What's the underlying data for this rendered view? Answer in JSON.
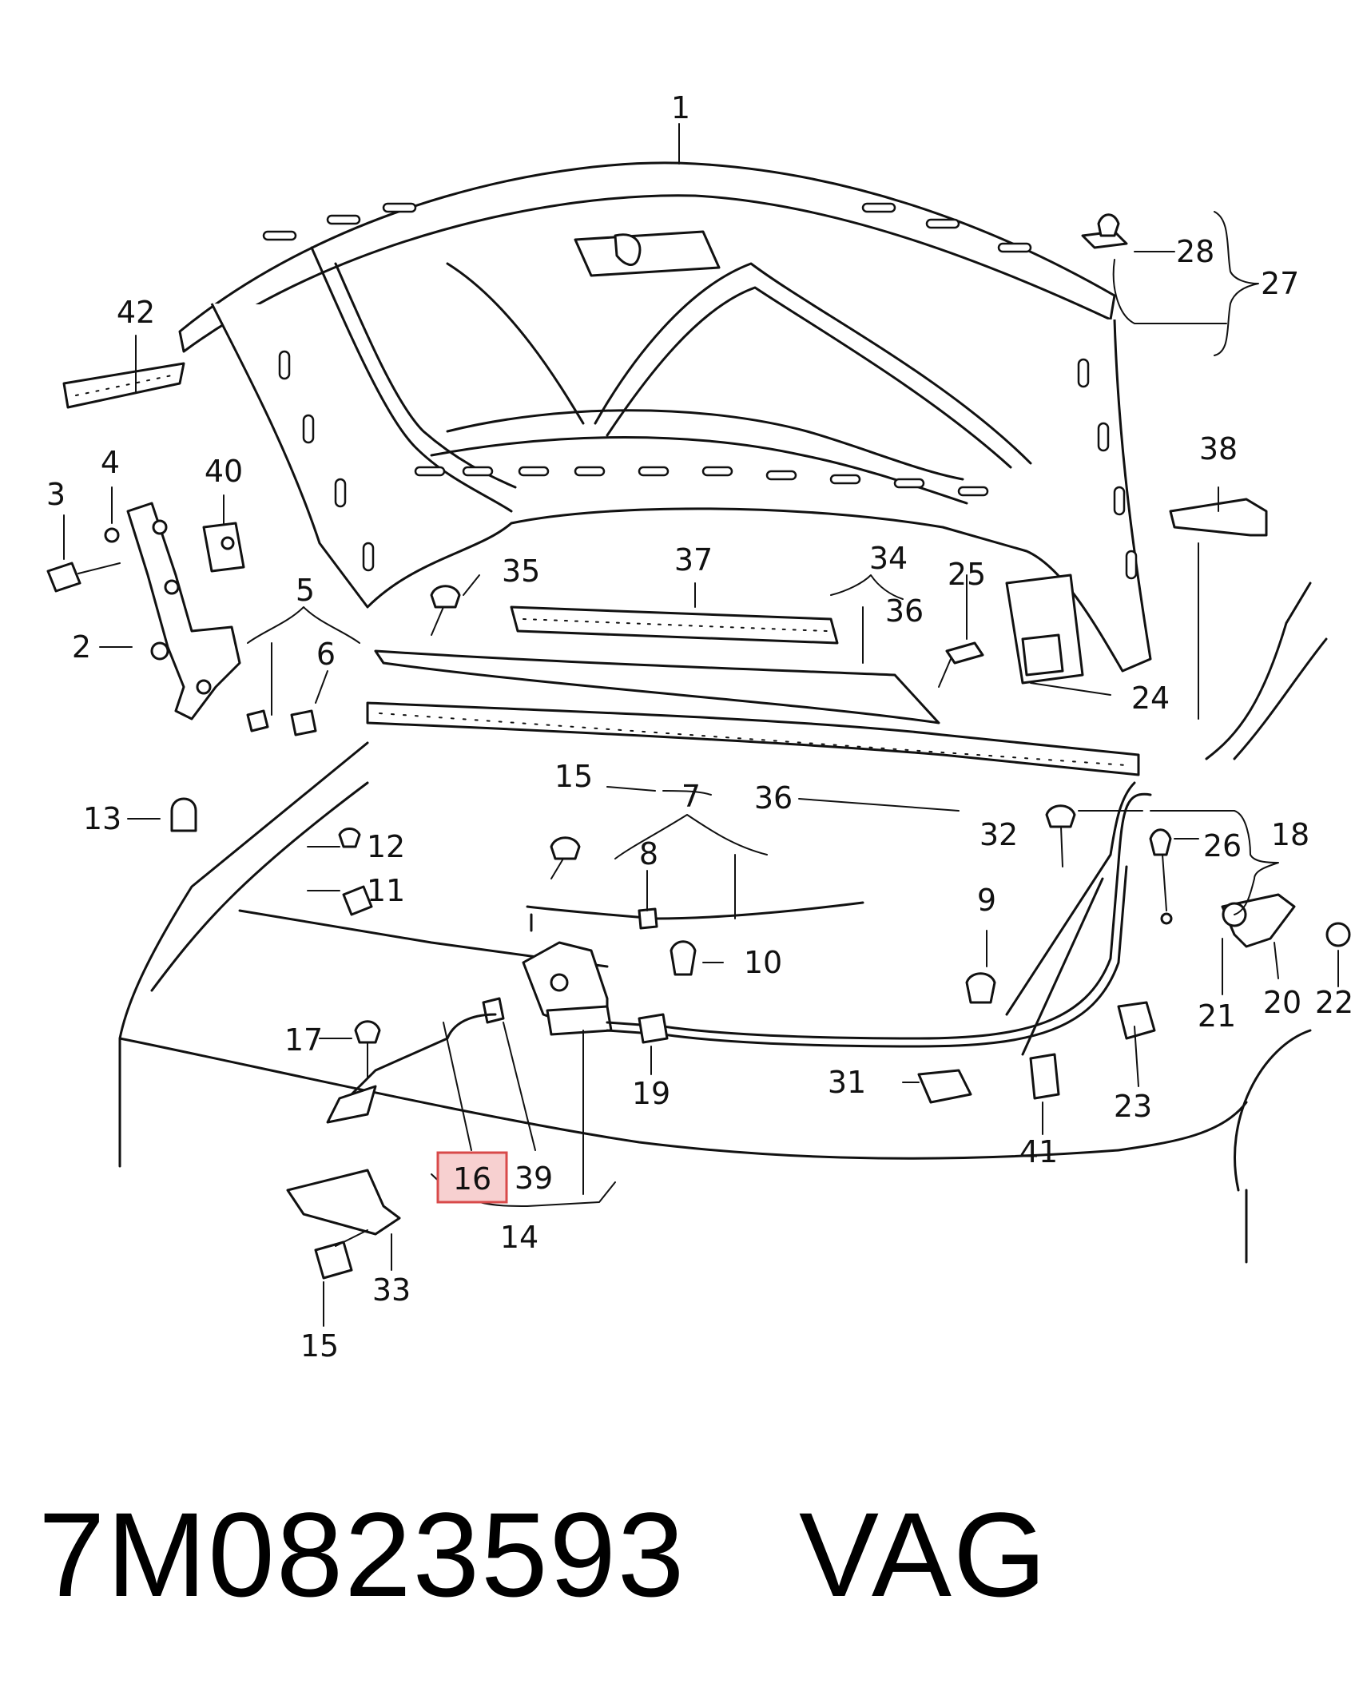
{
  "diagram": {
    "callouts": [
      "1",
      "28",
      "27",
      "42",
      "38",
      "3",
      "4",
      "40",
      "2",
      "5",
      "6",
      "35",
      "37",
      "34",
      "36",
      "25",
      "24",
      "13",
      "15",
      "7",
      "36",
      "32",
      "26",
      "18",
      "12",
      "11",
      "8",
      "9",
      "10",
      "21",
      "20",
      "22",
      "17",
      "19",
      "31",
      "23",
      "41",
      "16",
      "39",
      "14",
      "33",
      "15"
    ],
    "highlighted_part": "16"
  },
  "footer": {
    "part_number": "7M0823593",
    "brand": "VAG"
  },
  "colors": {
    "line": "#111111",
    "highlight_fill": "#f7d0d0",
    "highlight_stroke": "#d84a4a",
    "highlight_text": "#c0392b"
  }
}
